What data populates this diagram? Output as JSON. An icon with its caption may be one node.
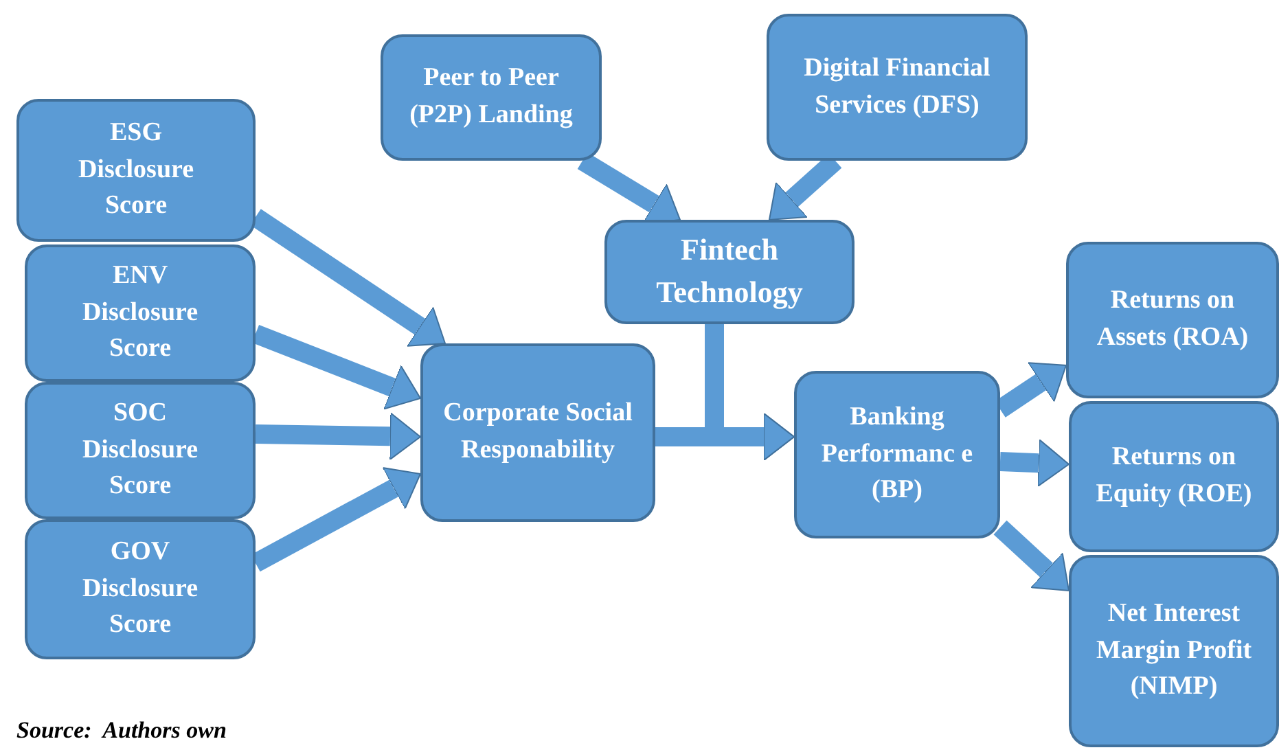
{
  "diagram": {
    "caption": "Source:  Authors own",
    "nodes": [
      {
        "text": [
          "ESG Disclosure Score"
        ]
      },
      {
        "text": [
          "ENV Disclosure Score"
        ]
      },
      {
        "text": [
          "SOC Disclosure Score"
        ]
      },
      {
        "text": [
          "GOV Disclosure Score"
        ]
      },
      {
        "text": [
          "Peer to Peer (P2P) Landing"
        ]
      },
      {
        "text": [
          "Digital Financial Services (DFS)"
        ]
      },
      {
        "text": [
          "Fintech Technology"
        ]
      },
      {
        "text": [
          "Corporate Social Responability"
        ]
      },
      {
        "text": [
          "Banking Performanc e (BP)"
        ]
      },
      {
        "text": [
          "Returns on Assets (ROA)"
        ]
      },
      {
        "text": [
          "Returns on Equity (ROE)"
        ]
      },
      {
        "text": [
          "Net Interest Margin Profit (NIMP)"
        ]
      }
    ],
    "edges": [
      {
        "from": 0,
        "to": 7,
        "arrow": "to"
      },
      {
        "from": 1,
        "to": 7,
        "arrow": "to"
      },
      {
        "from": 2,
        "to": 7,
        "arrow": "to"
      },
      {
        "from": 3,
        "to": 7,
        "arrow": "to"
      },
      {
        "from": 4,
        "to": 6,
        "arrow": "to"
      },
      {
        "from": 5,
        "to": 6,
        "arrow": "to"
      },
      {
        "from": 6,
        "to": 8,
        "arrow": "to"
      },
      {
        "from": 7,
        "to": 8,
        "arrow": "to"
      },
      {
        "from": 8,
        "to": 9,
        "arrow": "to"
      },
      {
        "from": 8,
        "to": 10,
        "arrow": "to"
      },
      {
        "from": 8,
        "to": 11,
        "arrow": "to"
      }
    ]
  }
}
